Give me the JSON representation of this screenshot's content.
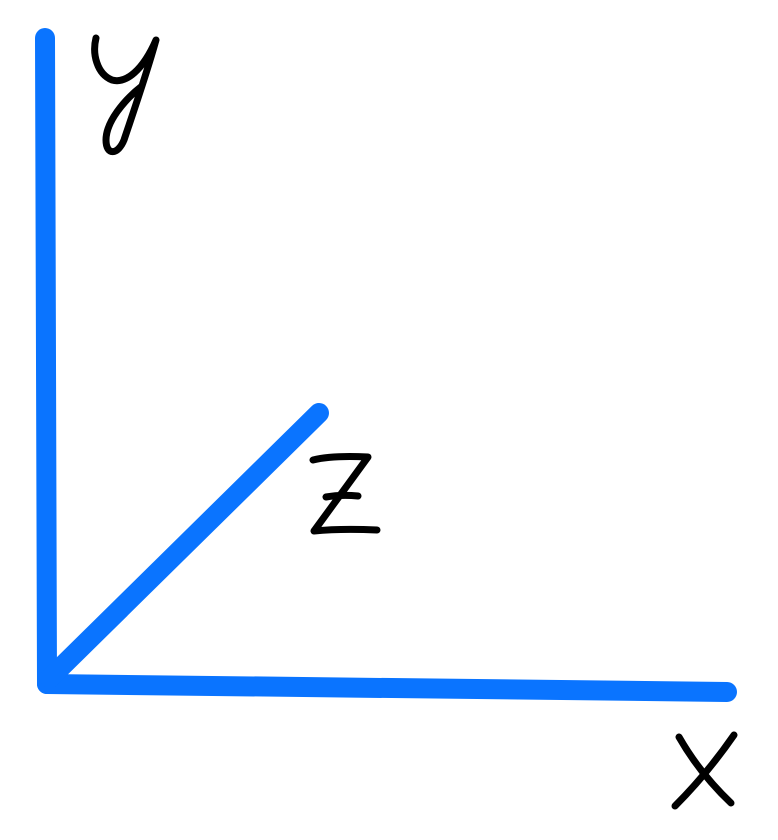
{
  "diagram": {
    "axes": {
      "x": {
        "label": "X"
      },
      "y": {
        "label": "y"
      },
      "z": {
        "label": "Z"
      }
    }
  },
  "colors": {
    "axis": "#0a74ff",
    "label": "#000000",
    "background": "#ffffff"
  }
}
